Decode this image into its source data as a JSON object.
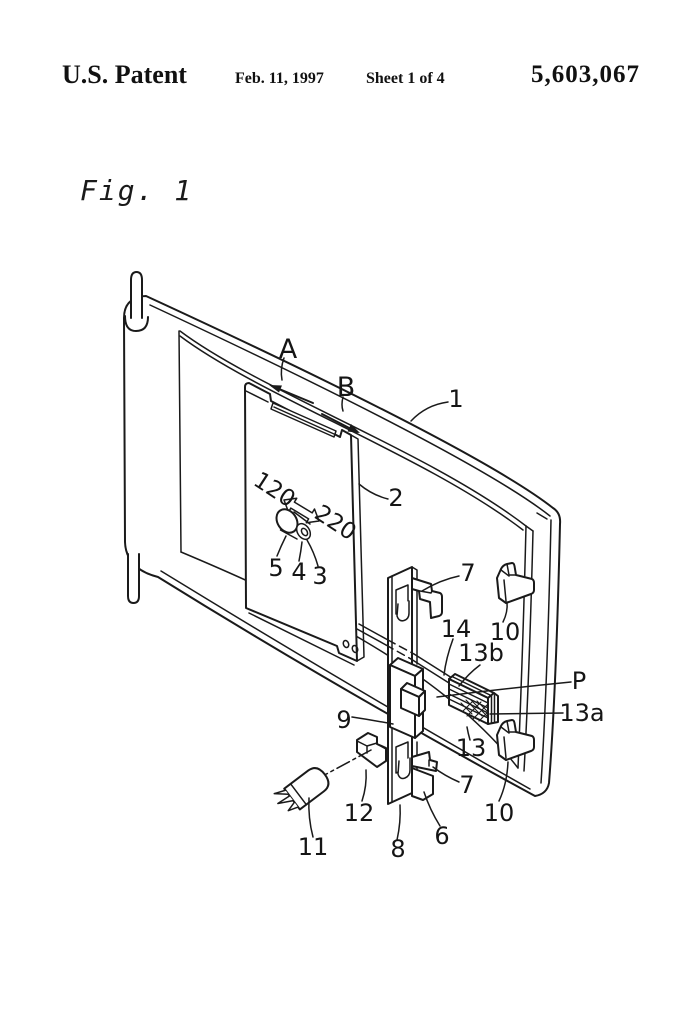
{
  "header": {
    "title": "U.S. Patent",
    "date": "Feb. 11, 1997",
    "sheet": "Sheet 1 of 4",
    "patent_number": "5,603,067"
  },
  "figure": {
    "label": "Fig. 1",
    "refs": {
      "arrow_a": "A",
      "arrow_b": "B",
      "back_panel_1": "1",
      "slide_plate_2": "2",
      "scale_120": "120",
      "scale_220": "220",
      "knob_5": "5",
      "knob_4": "4",
      "knob_3": "3",
      "hook_upper_7": "7",
      "boss_upper_10": "10",
      "rod_14": "14",
      "detent_13b": "13b",
      "part_p": "P",
      "detent_13a": "13a",
      "detent_13": "13",
      "block_9": "9",
      "socket_12": "12",
      "lamp_11": "11",
      "slider_8": "8",
      "slider_6": "6",
      "hook_lower_7": "7",
      "boss_lower_10": "10"
    }
  }
}
